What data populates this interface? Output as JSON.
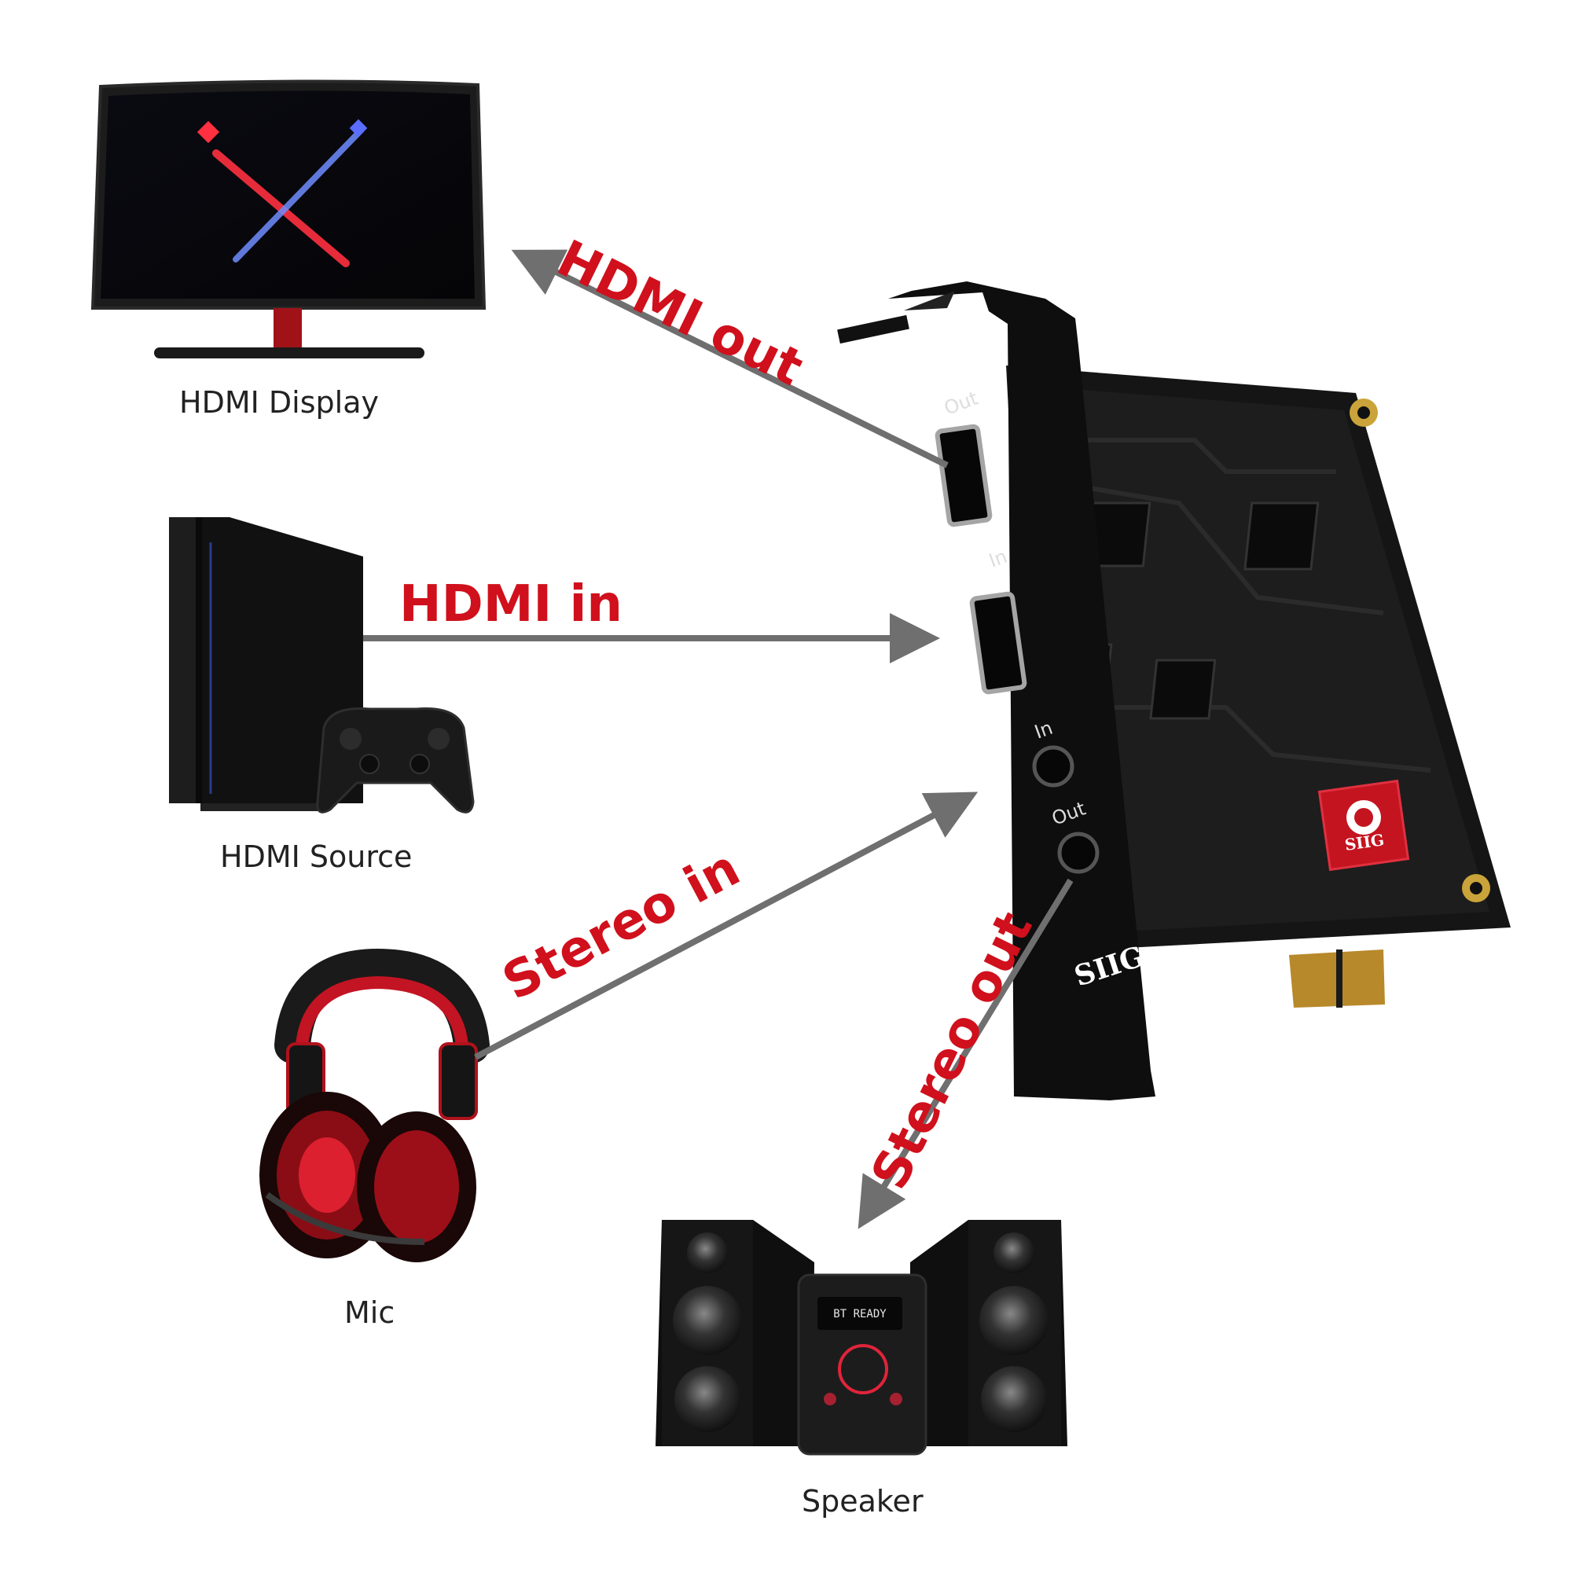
{
  "colors": {
    "accent_red": "#d0101c",
    "arrow_gray": "#6f6f6f",
    "device_black": "#141414",
    "caption_text": "#222222"
  },
  "devices": {
    "display": {
      "caption": "HDMI Display",
      "icon": "monitor-icon"
    },
    "source": {
      "caption": "HDMI Source",
      "icon": "game-console-icon"
    },
    "mic": {
      "caption": "Mic",
      "icon": "headset-icon"
    },
    "speaker": {
      "caption": "Speaker",
      "icon": "speaker-system-icon"
    }
  },
  "card": {
    "icon": "capture-card-icon",
    "brand": "SIIG",
    "chip_logo": "SIIG",
    "ports": {
      "hdmi_out": "Out",
      "hdmi_in": "In",
      "audio_in": "In",
      "audio_out": "Out"
    },
    "screen_text": "BT READY"
  },
  "connections": {
    "hdmi_out": "HDMI out",
    "hdmi_in": "HDMI in",
    "stereo_in": "Stereo in",
    "stereo_out": "Stereo out"
  }
}
